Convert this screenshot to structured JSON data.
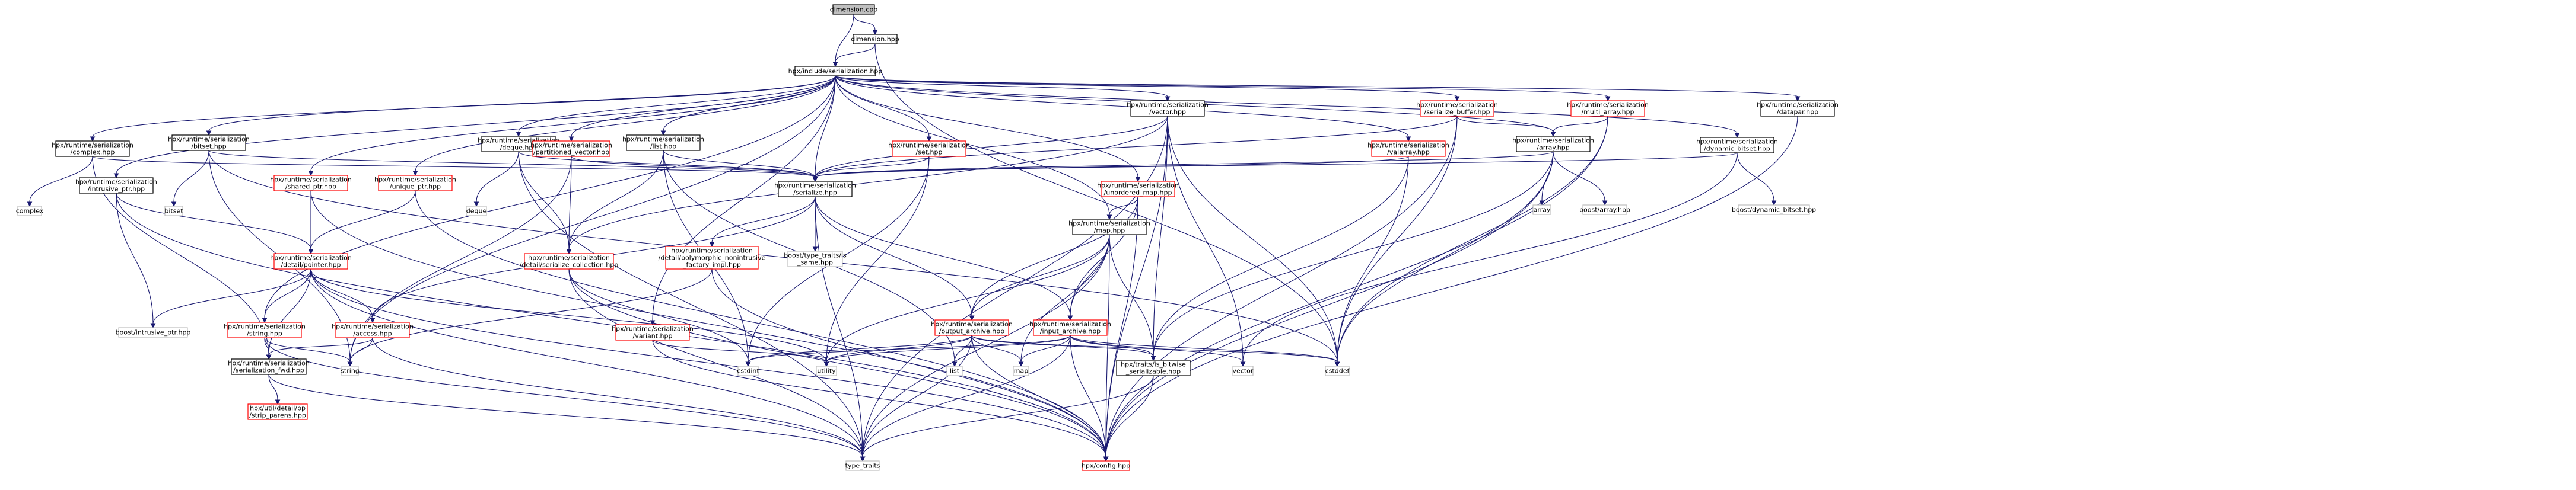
{
  "diagram": {
    "nodes": [
      {
        "id": "dimension_cpp",
        "lines": [
          "dimension.cpp"
        ],
        "style": "root"
      },
      {
        "id": "dimension_hpp",
        "lines": [
          "dimension.hpp"
        ],
        "style": "black"
      },
      {
        "id": "serialization_hpp",
        "lines": [
          "hpx/include/serialization.hpp"
        ],
        "style": "black"
      },
      {
        "id": "complex_hpp",
        "lines": [
          "hpx/runtime/serialization",
          "/complex.hpp"
        ],
        "style": "black"
      },
      {
        "id": "complex",
        "lines": [
          "complex"
        ],
        "style": "gray"
      },
      {
        "id": "bitset_hpp",
        "lines": [
          "hpx/runtime/serialization",
          "/bitset.hpp"
        ],
        "style": "black"
      },
      {
        "id": "bitset",
        "lines": [
          "bitset"
        ],
        "style": "gray"
      },
      {
        "id": "intrusive_ptr_hpp",
        "lines": [
          "hpx/runtime/serialization",
          "/intrusive_ptr.hpp"
        ],
        "style": "black"
      },
      {
        "id": "boost_intrusive_ptr",
        "lines": [
          "boost/intrusive_ptr.hpp"
        ],
        "style": "gray"
      },
      {
        "id": "shared_ptr_hpp",
        "lines": [
          "hpx/runtime/serialization",
          "/shared_ptr.hpp"
        ],
        "style": "red"
      },
      {
        "id": "unique_ptr_hpp",
        "lines": [
          "hpx/runtime/serialization",
          "/unique_ptr.hpp"
        ],
        "style": "red"
      },
      {
        "id": "deque_hpp",
        "lines": [
          "hpx/runtime/serialization",
          "/deque.hpp"
        ],
        "style": "black"
      },
      {
        "id": "deque",
        "lines": [
          "deque"
        ],
        "style": "gray"
      },
      {
        "id": "partitioned_vector_hpp",
        "lines": [
          "hpx/runtime/serialization",
          "/partitioned_vector.hpp"
        ],
        "style": "red"
      },
      {
        "id": "list_hpp",
        "lines": [
          "hpx/runtime/serialization",
          "/list.hpp"
        ],
        "style": "black"
      },
      {
        "id": "vector_hpp",
        "lines": [
          "hpx/runtime/serialization",
          "/vector.hpp"
        ],
        "style": "black"
      },
      {
        "id": "set_hpp",
        "lines": [
          "hpx/runtime/serialization",
          "/set.hpp"
        ],
        "style": "red"
      },
      {
        "id": "serialize_hpp",
        "lines": [
          "hpx/runtime/serialization",
          "/serialize.hpp"
        ],
        "style": "black"
      },
      {
        "id": "boost_type_traits_is_same",
        "lines": [
          "boost/type_traits/is",
          "_same.hpp"
        ],
        "style": "gray"
      },
      {
        "id": "unordered_map_hpp",
        "lines": [
          "hpx/runtime/serialization",
          "/unordered_map.hpp"
        ],
        "style": "red"
      },
      {
        "id": "map_hpp",
        "lines": [
          "hpx/runtime/serialization",
          "/map.hpp"
        ],
        "style": "black"
      },
      {
        "id": "valarray_hpp",
        "lines": [
          "hpx/runtime/serialization",
          "/valarray.hpp"
        ],
        "style": "red"
      },
      {
        "id": "serialize_buffer_hpp",
        "lines": [
          "hpx/runtime/serialization",
          "/serialize_buffer.hpp"
        ],
        "style": "red"
      },
      {
        "id": "multi_array_hpp",
        "lines": [
          "hpx/runtime/serialization",
          "/multi_array.hpp"
        ],
        "style": "red"
      },
      {
        "id": "array_hpp",
        "lines": [
          "hpx/runtime/serialization",
          "/array.hpp"
        ],
        "style": "black"
      },
      {
        "id": "array",
        "lines": [
          "array"
        ],
        "style": "gray"
      },
      {
        "id": "boost_array",
        "lines": [
          "boost/array.hpp"
        ],
        "style": "gray"
      },
      {
        "id": "dynamic_bitset_hpp",
        "lines": [
          "hpx/runtime/serialization",
          "/dynamic_bitset.hpp"
        ],
        "style": "black"
      },
      {
        "id": "boost_dynamic_bitset",
        "lines": [
          "boost/dynamic_bitset.hpp"
        ],
        "style": "gray"
      },
      {
        "id": "datapar_hpp",
        "lines": [
          "hpx/runtime/serialization",
          "/datapar.hpp"
        ],
        "style": "black"
      },
      {
        "id": "pointer_hpp",
        "lines": [
          "hpx/runtime/serialization",
          "/detail/pointer.hpp"
        ],
        "style": "red"
      },
      {
        "id": "string_hpp",
        "lines": [
          "hpx/runtime/serialization",
          "/string.hpp"
        ],
        "style": "red"
      },
      {
        "id": "access_hpp",
        "lines": [
          "hpx/runtime/serialization",
          "/access.hpp"
        ],
        "style": "red"
      },
      {
        "id": "serialization_fwd_hpp",
        "lines": [
          "hpx/runtime/serialization",
          "/serialization_fwd.hpp"
        ],
        "style": "black"
      },
      {
        "id": "strip_parens_hpp",
        "lines": [
          "hpx/util/detail/pp",
          "/strip_parens.hpp"
        ],
        "style": "red"
      },
      {
        "id": "serialize_collection_hpp",
        "lines": [
          "hpx/runtime/serialization",
          "/detail/serialize_collection.hpp"
        ],
        "style": "red"
      },
      {
        "id": "polymorphic_nonintrusive_factory_impl_hpp",
        "lines": [
          "hpx/runtime/serialization",
          "/detail/polymorphic_nonintrusive",
          "_factory_impl.hpp"
        ],
        "style": "red"
      },
      {
        "id": "variant_hpp",
        "lines": [
          "hpx/runtime/serialization",
          "/variant.hpp"
        ],
        "style": "red"
      },
      {
        "id": "output_archive_hpp",
        "lines": [
          "hpx/runtime/serialization",
          "/output_archive.hpp"
        ],
        "style": "red"
      },
      {
        "id": "input_archive_hpp",
        "lines": [
          "hpx/runtime/serialization",
          "/input_archive.hpp"
        ],
        "style": "red"
      },
      {
        "id": "is_bitwise_serializable_hpp",
        "lines": [
          "hpx/traits/is_bitwise",
          "_serializable.hpp"
        ],
        "style": "black"
      },
      {
        "id": "string",
        "lines": [
          "string"
        ],
        "style": "gray"
      },
      {
        "id": "cstdint",
        "lines": [
          "cstdint"
        ],
        "style": "gray"
      },
      {
        "id": "utility",
        "lines": [
          "utility"
        ],
        "style": "gray"
      },
      {
        "id": "list",
        "lines": [
          "list"
        ],
        "style": "gray"
      },
      {
        "id": "map",
        "lines": [
          "map"
        ],
        "style": "gray"
      },
      {
        "id": "vector",
        "lines": [
          "vector"
        ],
        "style": "gray"
      },
      {
        "id": "cstddef",
        "lines": [
          "cstddef"
        ],
        "style": "gray"
      },
      {
        "id": "type_traits",
        "lines": [
          "type_traits"
        ],
        "style": "gray"
      },
      {
        "id": "config_hpp",
        "lines": [
          "hpx/config.hpp"
        ],
        "style": "red"
      }
    ],
    "edges": [
      [
        "dimension_cpp",
        "dimension_hpp"
      ],
      [
        "dimension_cpp",
        "serialization_hpp"
      ],
      [
        "dimension_hpp",
        "serialization_hpp"
      ],
      [
        "dimension_hpp",
        "cstddef"
      ],
      [
        "serialization_hpp",
        "complex_hpp"
      ],
      [
        "serialization_hpp",
        "bitset_hpp"
      ],
      [
        "serialization_hpp",
        "intrusive_ptr_hpp"
      ],
      [
        "serialization_hpp",
        "shared_ptr_hpp"
      ],
      [
        "serialization_hpp",
        "unique_ptr_hpp"
      ],
      [
        "serialization_hpp",
        "deque_hpp"
      ],
      [
        "serialization_hpp",
        "partitioned_vector_hpp"
      ],
      [
        "serialization_hpp",
        "list_hpp"
      ],
      [
        "serialization_hpp",
        "vector_hpp"
      ],
      [
        "serialization_hpp",
        "set_hpp"
      ],
      [
        "serialization_hpp",
        "serialize_hpp"
      ],
      [
        "serialization_hpp",
        "unordered_map_hpp"
      ],
      [
        "serialization_hpp",
        "map_hpp"
      ],
      [
        "serialization_hpp",
        "valarray_hpp"
      ],
      [
        "serialization_hpp",
        "serialize_buffer_hpp"
      ],
      [
        "serialization_hpp",
        "multi_array_hpp"
      ],
      [
        "serialization_hpp",
        "array_hpp"
      ],
      [
        "serialization_hpp",
        "dynamic_bitset_hpp"
      ],
      [
        "serialization_hpp",
        "datapar_hpp"
      ],
      [
        "serialization_hpp",
        "string_hpp"
      ],
      [
        "serialization_hpp",
        "variant_hpp"
      ],
      [
        "serialization_hpp",
        "string"
      ],
      [
        "complex_hpp",
        "complex"
      ],
      [
        "complex_hpp",
        "serialize_hpp"
      ],
      [
        "complex_hpp",
        "serialization_fwd_hpp"
      ],
      [
        "bitset_hpp",
        "bitset"
      ],
      [
        "bitset_hpp",
        "serialize_hpp"
      ],
      [
        "bitset_hpp",
        "cstddef"
      ],
      [
        "bitset_hpp",
        "string"
      ],
      [
        "intrusive_ptr_hpp",
        "boost_intrusive_ptr"
      ],
      [
        "intrusive_ptr_hpp",
        "pointer_hpp"
      ],
      [
        "intrusive_ptr_hpp",
        "config_hpp"
      ],
      [
        "shared_ptr_hpp",
        "pointer_hpp"
      ],
      [
        "shared_ptr_hpp",
        "config_hpp"
      ],
      [
        "unique_ptr_hpp",
        "pointer_hpp"
      ],
      [
        "unique_ptr_hpp",
        "config_hpp"
      ],
      [
        "deque_hpp",
        "deque"
      ],
      [
        "deque_hpp",
        "serialize_hpp"
      ],
      [
        "deque_hpp",
        "serialize_collection_hpp"
      ],
      [
        "deque_hpp",
        "type_traits"
      ],
      [
        "partitioned_vector_hpp",
        "serialize_hpp"
      ],
      [
        "partitioned_vector_hpp",
        "serialize_collection_hpp"
      ],
      [
        "partitioned_vector_hpp",
        "string"
      ],
      [
        "list_hpp",
        "list"
      ],
      [
        "list_hpp",
        "serialize_hpp"
      ],
      [
        "list_hpp",
        "serialize_collection_hpp"
      ],
      [
        "list_hpp",
        "cstdint"
      ],
      [
        "vector_hpp",
        "serialize_hpp"
      ],
      [
        "vector_hpp",
        "serialize_collection_hpp"
      ],
      [
        "vector_hpp",
        "is_bitwise_serializable_hpp"
      ],
      [
        "vector_hpp",
        "vector"
      ],
      [
        "vector_hpp",
        "cstddef"
      ],
      [
        "vector_hpp",
        "type_traits"
      ],
      [
        "vector_hpp",
        "config_hpp"
      ],
      [
        "set_hpp",
        "serialize_hpp"
      ],
      [
        "set_hpp",
        "utility"
      ],
      [
        "set_hpp",
        "cstdint"
      ],
      [
        "serialize_hpp",
        "boost_type_traits_is_same"
      ],
      [
        "serialize_hpp",
        "access_hpp"
      ],
      [
        "serialize_hpp",
        "polymorphic_nonintrusive_factory_impl_hpp"
      ],
      [
        "serialize_hpp",
        "output_archive_hpp"
      ],
      [
        "serialize_hpp",
        "input_archive_hpp"
      ],
      [
        "serialize_hpp",
        "type_traits"
      ],
      [
        "unordered_map_hpp",
        "map_hpp"
      ],
      [
        "unordered_map_hpp",
        "input_archive_hpp"
      ],
      [
        "unordered_map_hpp",
        "output_archive_hpp"
      ],
      [
        "unordered_map_hpp",
        "config_hpp"
      ],
      [
        "map_hpp",
        "output_archive_hpp"
      ],
      [
        "map_hpp",
        "input_archive_hpp"
      ],
      [
        "map_hpp",
        "is_bitwise_serializable_hpp"
      ],
      [
        "map_hpp",
        "map"
      ],
      [
        "map_hpp",
        "utility"
      ],
      [
        "map_hpp",
        "type_traits"
      ],
      [
        "map_hpp",
        "config_hpp"
      ],
      [
        "valarray_hpp",
        "serialize_hpp"
      ],
      [
        "valarray_hpp",
        "is_bitwise_serializable_hpp"
      ],
      [
        "valarray_hpp",
        "cstddef"
      ],
      [
        "serialize_buffer_hpp",
        "serialize_hpp"
      ],
      [
        "serialize_buffer_hpp",
        "array_hpp"
      ],
      [
        "serialize_buffer_hpp",
        "cstddef"
      ],
      [
        "serialize_buffer_hpp",
        "config_hpp"
      ],
      [
        "multi_array_hpp",
        "array_hpp"
      ],
      [
        "multi_array_hpp",
        "cstddef"
      ],
      [
        "multi_array_hpp",
        "config_hpp"
      ],
      [
        "array_hpp",
        "array"
      ],
      [
        "array_hpp",
        "boost_array"
      ],
      [
        "array_hpp",
        "serialize_hpp"
      ],
      [
        "array_hpp",
        "is_bitwise_serializable_hpp"
      ],
      [
        "array_hpp",
        "cstddef"
      ],
      [
        "array_hpp",
        "config_hpp"
      ],
      [
        "dynamic_bitset_hpp",
        "boost_dynamic_bitset"
      ],
      [
        "dynamic_bitset_hpp",
        "serialize_hpp"
      ],
      [
        "dynamic_bitset_hpp",
        "vector"
      ],
      [
        "datapar_hpp",
        "config_hpp"
      ],
      [
        "pointer_hpp",
        "string_hpp"
      ],
      [
        "pointer_hpp",
        "access_hpp"
      ],
      [
        "pointer_hpp",
        "serialization_fwd_hpp"
      ],
      [
        "pointer_hpp",
        "boost_intrusive_ptr"
      ],
      [
        "pointer_hpp",
        "utility"
      ],
      [
        "pointer_hpp",
        "type_traits"
      ],
      [
        "pointer_hpp",
        "config_hpp"
      ],
      [
        "string_hpp",
        "serialization_fwd_hpp"
      ],
      [
        "string_hpp",
        "string"
      ],
      [
        "string_hpp",
        "type_traits"
      ],
      [
        "access_hpp",
        "serialization_fwd_hpp"
      ],
      [
        "access_hpp",
        "string"
      ],
      [
        "access_hpp",
        "type_traits"
      ],
      [
        "serialization_fwd_hpp",
        "strip_parens_hpp"
      ],
      [
        "serialization_fwd_hpp",
        "type_traits"
      ],
      [
        "serialize_collection_hpp",
        "cstdint"
      ],
      [
        "serialize_collection_hpp",
        "type_traits"
      ],
      [
        "serialize_collection_hpp",
        "config_hpp"
      ],
      [
        "polymorphic_nonintrusive_factory_impl_hpp",
        "string"
      ],
      [
        "polymorphic_nonintrusive_factory_impl_hpp",
        "config_hpp"
      ],
      [
        "variant_hpp",
        "utility"
      ],
      [
        "variant_hpp",
        "config_hpp"
      ],
      [
        "output_archive_hpp",
        "list"
      ],
      [
        "output_archive_hpp",
        "map"
      ],
      [
        "output_archive_hpp",
        "cstddef"
      ],
      [
        "output_archive_hpp",
        "cstdint"
      ],
      [
        "output_archive_hpp",
        "utility"
      ],
      [
        "output_archive_hpp",
        "type_traits"
      ],
      [
        "output_archive_hpp",
        "config_hpp"
      ],
      [
        "output_archive_hpp",
        "is_bitwise_serializable_hpp"
      ],
      [
        "input_archive_hpp",
        "map"
      ],
      [
        "input_archive_hpp",
        "vector"
      ],
      [
        "input_archive_hpp",
        "cstdint"
      ],
      [
        "input_archive_hpp",
        "cstddef"
      ],
      [
        "input_archive_hpp",
        "utility"
      ],
      [
        "input_archive_hpp",
        "type_traits"
      ],
      [
        "input_archive_hpp",
        "config_hpp"
      ],
      [
        "input_archive_hpp",
        "is_bitwise_serializable_hpp"
      ],
      [
        "is_bitwise_serializable_hpp",
        "type_traits"
      ],
      [
        "is_bitwise_serializable_hpp",
        "config_hpp"
      ]
    ]
  },
  "colors": {
    "edge": "#191970",
    "root_fill": "#bfbfbf",
    "black_border": "#000000",
    "red_border": "#ff0000",
    "gray_border": "#bfbfbf",
    "node_fill": "#ffffff"
  }
}
